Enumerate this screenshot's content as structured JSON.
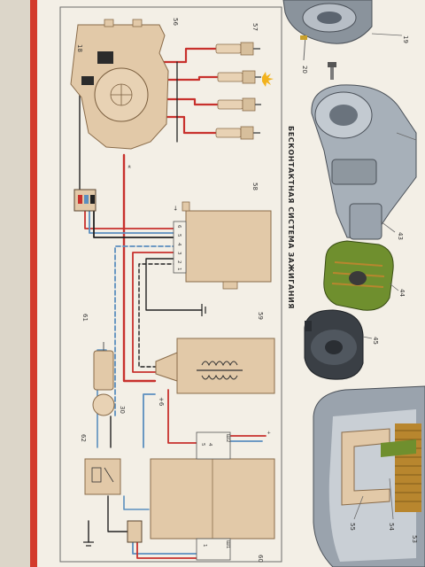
{
  "poster": {
    "title": "БЕСКОНТАКТНАЯ СИСТЕМА ЗАЖИГАНИЯ",
    "colors": {
      "paper": "#f3efe6",
      "component": "#e2c9a8",
      "wire_red": "#c8312d",
      "wire_blue": "#5b8fbf",
      "wire_black": "#222222",
      "metal": "#9aa3ad",
      "copper": "#b8862e",
      "green_coil": "#6f8f2e",
      "frame_red": "#d33a2c"
    }
  },
  "callouts": {
    "c19": "19",
    "c20": "20",
    "c43": "43",
    "c44": "44",
    "c45": "45",
    "c53": "53",
    "c54": "54",
    "c55": "55",
    "c56": "56",
    "c57": "57",
    "c58": "58",
    "c59": "59",
    "c60": "60",
    "c61": "61",
    "c62": "62",
    "c18": "18",
    "c30": "30",
    "c6": "+6"
  },
  "terminals": {
    "t6": "6",
    "t5": "5",
    "t4": "4",
    "t3": "3",
    "t2": "2",
    "t1": "1",
    "sh1": "Ш1",
    "sh2": "Ш2",
    "c5": "5",
    "c4": "4",
    "c1": "1",
    "plus": "+"
  }
}
